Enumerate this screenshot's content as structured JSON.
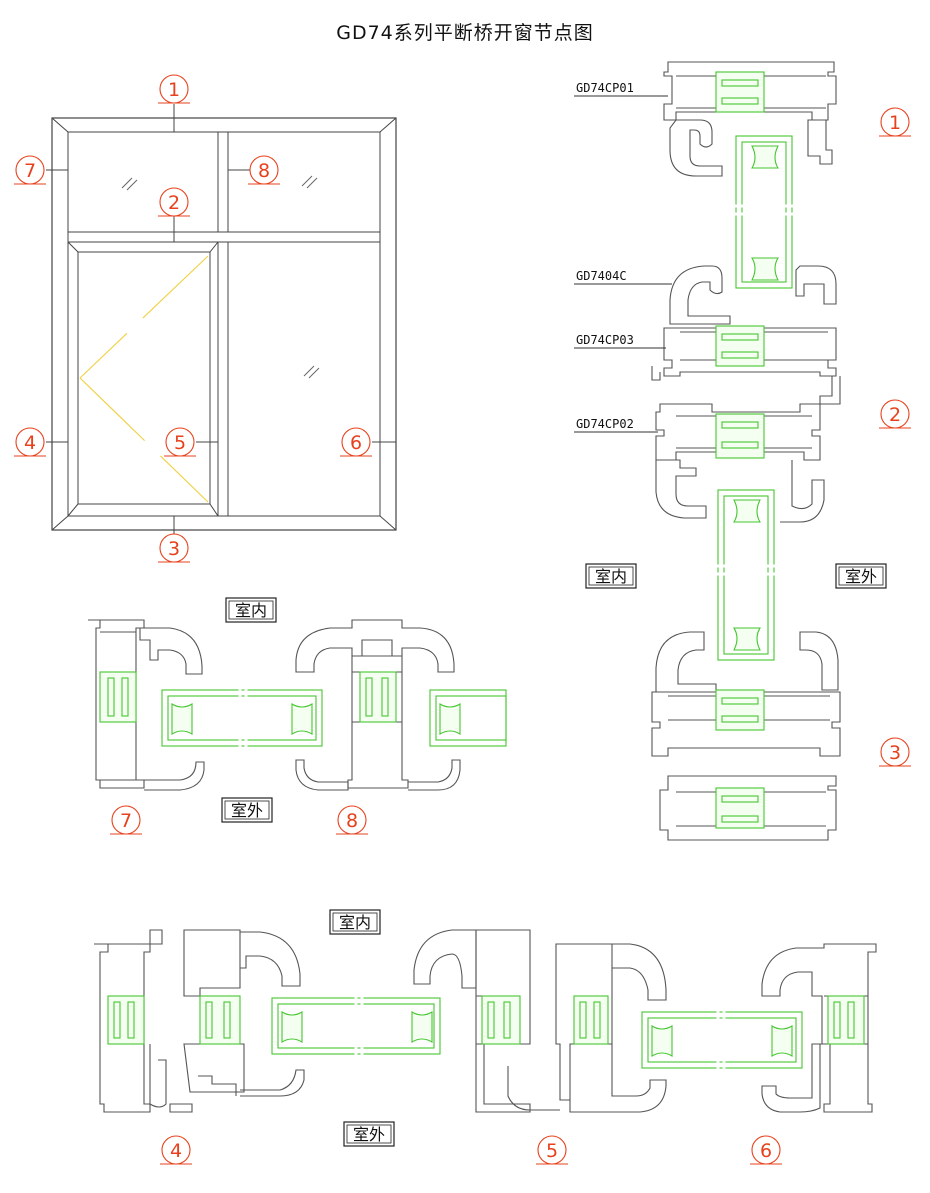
{
  "title": "GD74系列平断桥开窗节点图",
  "part_labels": [
    "GD74CP01",
    "GD7404C",
    "GD74CP03",
    "GD74CP02"
  ],
  "section_markers": {
    "m1": "1",
    "m2": "2",
    "m3": "3",
    "m4": "4",
    "m5": "5",
    "m6": "6",
    "m7": "7",
    "m8": "8"
  },
  "room_labels": {
    "indoor": "室内",
    "outdoor": "室外"
  },
  "colors": {
    "outline": "#555555",
    "thermal_break": "#44c62f",
    "marker": "#e8401c",
    "opening_line": "#f0d24a"
  }
}
